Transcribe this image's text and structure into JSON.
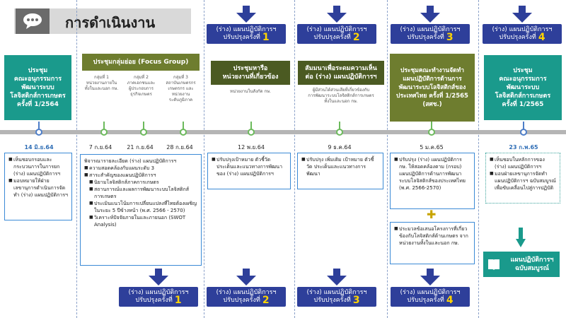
{
  "header": {
    "title": "การดำเนินงาน",
    "icon": "chat-bubble-icon"
  },
  "colors": {
    "teal": "#1a9a8c",
    "olive": "#6e7d2f",
    "darkolive": "#4b5a22",
    "navy": "#2e3f9a",
    "yellow": "#ffd400",
    "green": "#6cba5c"
  },
  "plan_label": "(ร่าง) แผนปฏิบัติการฯ",
  "plan_revision": "ปรับปรุงครั้งที่",
  "top_plans": [
    "1",
    "2",
    "3",
    "4"
  ],
  "bottom_plans": [
    "1",
    "2",
    "3",
    "4"
  ],
  "badges": {
    "b1": "ประชุม\nคณะอนุกรรมการ\nพัฒนาระบบ\nโลจิสติกส์การเกษตร\nครั้งที่ 1/2564",
    "b2": "ประชุมกลุ่มย่อย (Focus Group)",
    "b3": "ประชุมหารือ\nหน่วยงานที่เกี่ยวข้อง",
    "b4": "สัมมนาเพื่อระดมความเห็น\nต่อ (ร่าง) แผนปฏิบัติการฯ",
    "b5": "ประชุมคณะทำงานจัดทำ\nแผนปฏิบัติการด้านการ\nพัฒนาระบบโลจิสติกส์ของ\nประเทศไทย ครั้งที่ 1/2565\n(สศช.)",
    "b6": "ประชุม\nคณะอนุกรรมการ\nพัฒนาระบบ\nโลจิสติกส์การเกษตร\nครั้งที่ 1/2565"
  },
  "groups": [
    "กลุ่มที่ 1\nหน่วยงานภายใน\nทั้งในและนอก กษ.",
    "กลุ่มที่ 2\nภาคเอกชนและ\nผู้ประกอบการ\nธุรกิจเกษตร",
    "กลุ่มที่ 3\nสถาบันเกษตรกร\nเกษตรกร และ\nหน่วยงาน\nระดับภูมิภาค"
  ],
  "subtexts": {
    "s3": "หน่วยงานในสังกัด กษ.",
    "s4": "ผู้มีส่วนได้ส่วนเสียที่เกี่ยวข้องกับ\nการพัฒนาระบบโลจิสติกส์การเกษตร\nทั้งในและนอก กษ."
  },
  "dates": [
    "14 มิ.ย.64",
    "7 ก.ย.64",
    "21 ก.ย.64",
    "28 ก.ย.64",
    "12 พ.ย.64",
    "9 ธ.ค.64",
    "5 ม.ค.65",
    "23 ก.พ.65"
  ],
  "box1": [
    "เห็นชอบกรอบและกระบวนการในการยก (ร่าง) แผนปฏิบัติการฯ",
    "มอบหมายให้ฝ่ายเลขานุการดำเนินการจัดทำ (ร่าง) แผนปฏิบัติการฯ"
  ],
  "box2_title": "พิจารณารายละเอียด (ร่าง) แผนปฏิบัติการฯ",
  "box2": [
    "ความสอดคล้องกับแผนระดับ 3",
    "สาระสำคัญของแผนปฏิบัติการฯ"
  ],
  "box2_sub": [
    "นิยามโลจิสติกส์ภาคการเกษตร",
    "สถานการณ์และผลการพัฒนาระบบโลจิสติกส์การเกษตร",
    "ประเมินแนวโน้มการเปลี่ยนแปลงที่ไทยต้องเผชิญในระยะ 5 ปีข้างหน้า (พ.ศ. 2566 - 2570)",
    "วิเคราะห์ปัจจัยภายในและภายนอก (SWOT Analysis)"
  ],
  "box3": "ปรับปรุงเป้าหมาย ตัวชี้วัด ประเด็นและแนวทางการพัฒนาของ (ร่าง) แผนปฏิบัติการฯ",
  "box4": "ปรับปรุง เพิ่มเติม เป้าหมาย ตัวชี้วัด ประเด็นและแนวทางการพัฒนา",
  "box5a": "ปรับปรุง (ร่าง) แผนปฏิบัติการ กษ. ให้สอดคล้องตาม (กรอบ) แผนปฏิบัติการด้านการพัฒนาระบบโลจิสติกส์ของประเทศไทย (พ.ศ. 2566-2570)",
  "box5b": "ประมวลข้อเสนอโครงการที่เกี่ยวข้องกับโลจิสติกส์ด้านเกษตร จากหน่วยงานทั้งในและนอก กษ.",
  "box6": [
    "เห็นชอบในหลักการของ (ร่าง) แผนปฏิบัติการฯ",
    "มอบฝ่ายเลขานุการจัดทำ แผนปฏิบัติการฯ ฉบับสมบูรณ์ เพื่อขับเคลื่อนไปสู่การปฏิบัติ"
  ],
  "final": {
    "line1": "แผนปฏิบัติการฯ",
    "line2": "ฉบับสมบูรณ์",
    "icon": "book-icon"
  }
}
